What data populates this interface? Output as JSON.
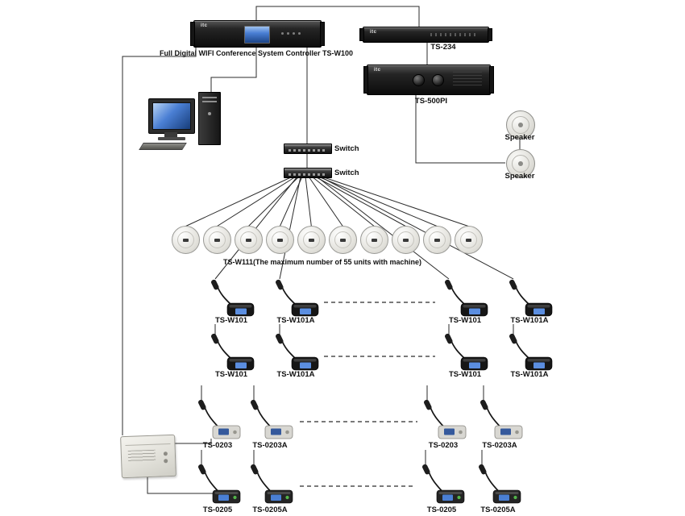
{
  "devices": {
    "brand": "itc",
    "controller": {
      "label": "Full Digital WIFI Conference System Controller TS-W100"
    },
    "ts234": {
      "label": "TS-234"
    },
    "ts500pi": {
      "label": "TS-500PI"
    },
    "speakers": [
      "Speaker",
      "Speaker"
    ],
    "switches": [
      "Switch",
      "Switch"
    ],
    "ceiling_units": {
      "count": 10,
      "caption": "TS-W111(The maximum number of 55 units with machine)"
    }
  },
  "mics": {
    "rows": [
      {
        "labels": [
          "TS-W101",
          "TS-W101A",
          "TS-W101",
          "TS-W101A"
        ]
      },
      {
        "labels": [
          "TS-W101",
          "TS-W101A",
          "TS-W101",
          "TS-W101A"
        ]
      },
      {
        "labels": [
          "TS-0203",
          "TS-0203A",
          "TS-0203",
          "TS-0203A"
        ]
      },
      {
        "labels": [
          "TS-0205",
          "TS-0205A",
          "TS-0205",
          "TS-0205A"
        ]
      }
    ]
  },
  "colors": {
    "wire": "#2b2b2b",
    "screen_blue": "#5b8ee0",
    "rack_black": "#1a1a1a"
  }
}
